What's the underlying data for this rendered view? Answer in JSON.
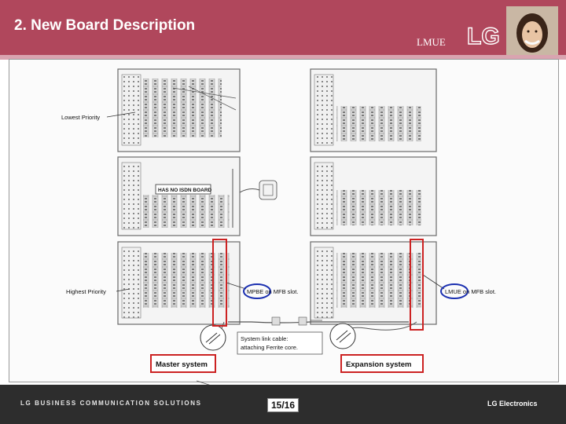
{
  "slide": {
    "title": "2. New Board Description",
    "board_tag": "LMUE",
    "logo_letters": "LG"
  },
  "diagram": {
    "labels": {
      "lowest_priority": "Lowest Priority",
      "highest_priority": "Highest Priority",
      "no_isdn_board": "HAS NO ISDN BOARD",
      "mpbe_slot": "MPBE on MFB slot.",
      "lmue_slot": "LMUE on MFB slot.",
      "system_link_line1": "System link cable:",
      "system_link_line2": "attaching Ferrite core.",
      "master_system": "Master system",
      "expansion_system": "Expansion system"
    },
    "colors": {
      "highlight_red": "#cc2222",
      "highlight_blue": "#1a2fb0",
      "cabinet_gray": "#6a6a6a"
    }
  },
  "footer": {
    "left_text": "LG BUSINESS COMMUNICATION SOLUTIONS",
    "page": "15/16",
    "right_text": "LG Electronics"
  }
}
